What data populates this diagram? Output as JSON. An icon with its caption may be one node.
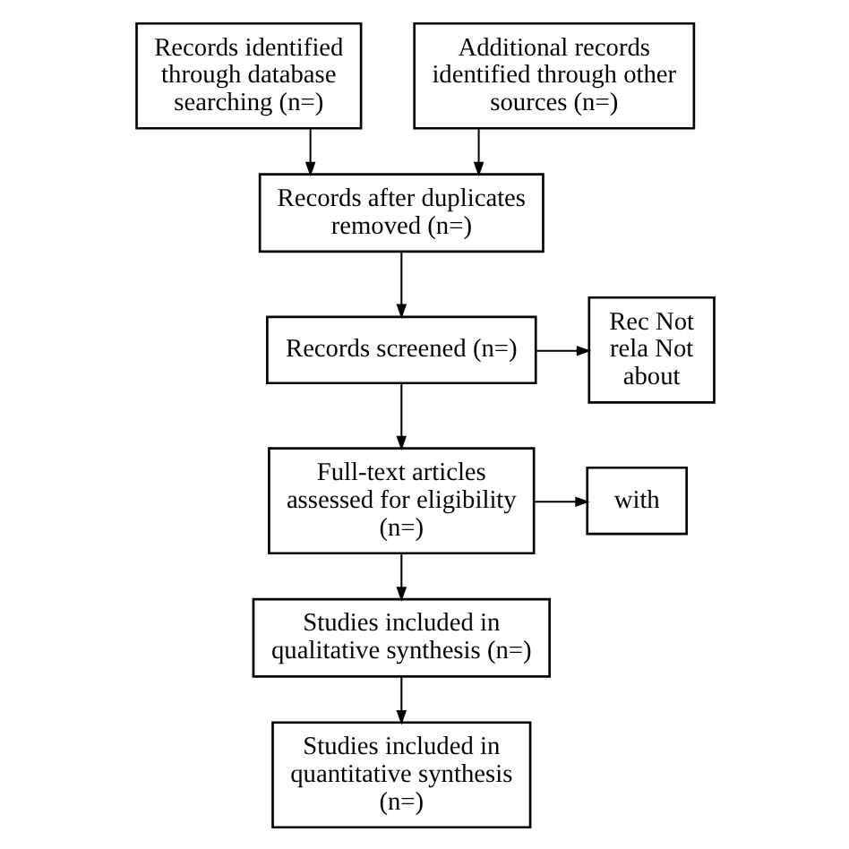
{
  "diagram": {
    "nodes": [
      {
        "text": [
          "Records identified through database searching (n=)"
        ]
      },
      {
        "text": [
          "Additional records identified through other sources (n=)"
        ]
      },
      {
        "text": [
          "Records after duplicates removed (n=)"
        ]
      },
      {
        "text": [
          "Records screened (n=)"
        ]
      },
      {
        "text": [
          "Rec Not rela Not about"
        ]
      },
      {
        "text": [
          "with"
        ]
      },
      {
        "text": [
          "Full-text articles assessed for eligibility (n=)"
        ]
      },
      {
        "text": [
          "Studies included in qualitative synthesis (n=)"
        ]
      },
      {
        "text": [
          "Studies included in quantitative synthesis (n=)"
        ]
      }
    ],
    "edges": [
      {
        "from": 0,
        "to": 2,
        "arrow": "to"
      },
      {
        "from": 1,
        "to": 2,
        "arrow": "to"
      },
      {
        "from": 2,
        "to": 3,
        "arrow": "to"
      },
      {
        "from": 3,
        "to": 4,
        "arrow": "to"
      },
      {
        "from": 3,
        "to": 6,
        "arrow": "to"
      },
      {
        "from": 6,
        "to": 5,
        "arrow": "to"
      },
      {
        "from": 6,
        "to": 7,
        "arrow": "to"
      },
      {
        "from": 7,
        "to": 8,
        "arrow": "to"
      }
    ]
  }
}
